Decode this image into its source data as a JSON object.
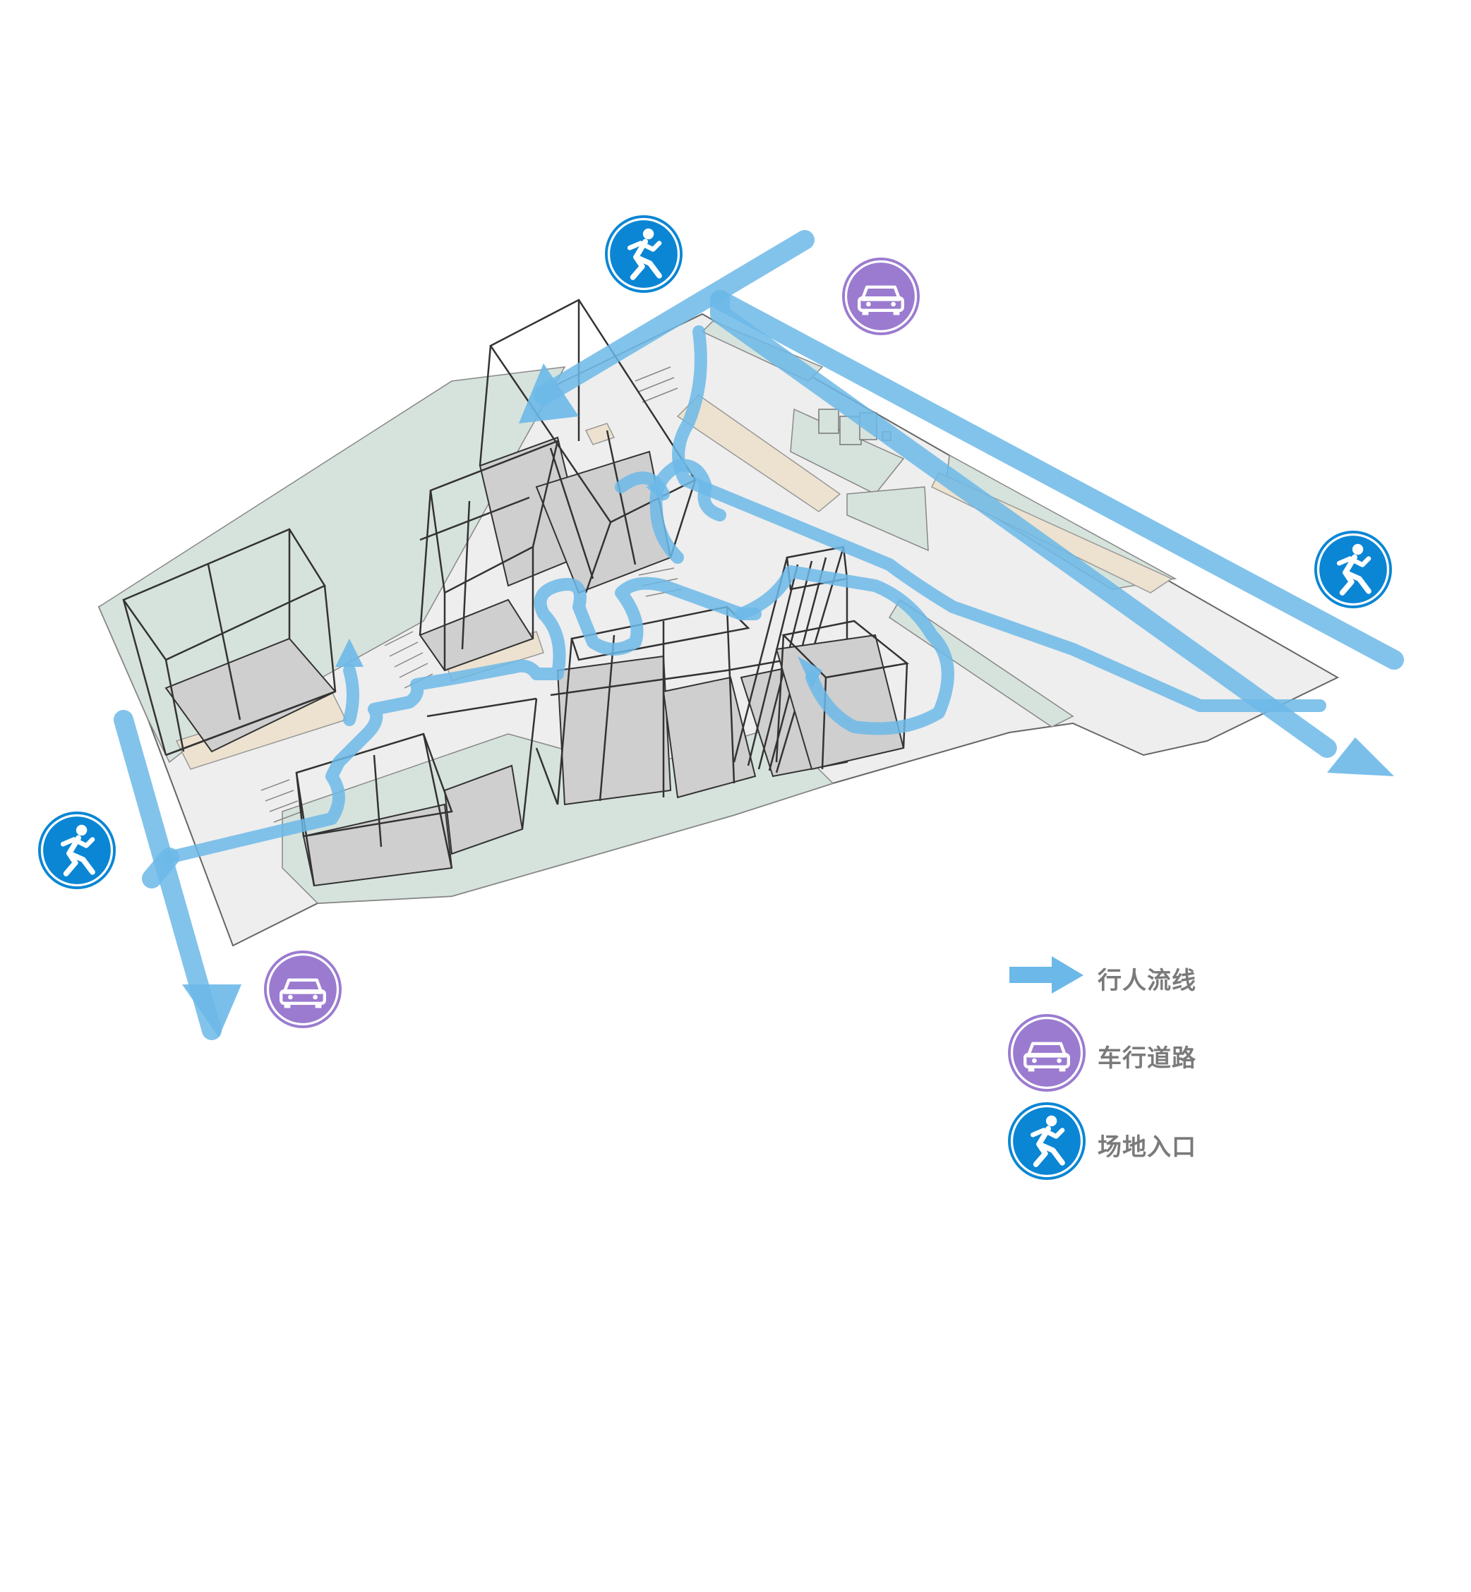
{
  "legend": {
    "items": [
      {
        "key": "pedestrian_flow",
        "label": "行人流线",
        "icon": "flow-arrow-icon"
      },
      {
        "key": "vehicle_road",
        "label": "车行道路",
        "icon": "car-icon"
      },
      {
        "key": "site_entrance",
        "label": "场地入口",
        "icon": "pedestrian-icon"
      }
    ]
  },
  "colors": {
    "flow": "#6cb8e8",
    "vehicle_badge": "#9b7bd0",
    "entrance_badge": "#0a86d4",
    "plaza": "#eeeeee",
    "green": "#d6e3dc",
    "sand": "#ece2cf",
    "building": "#cfcfcf",
    "line": "#444444"
  }
}
